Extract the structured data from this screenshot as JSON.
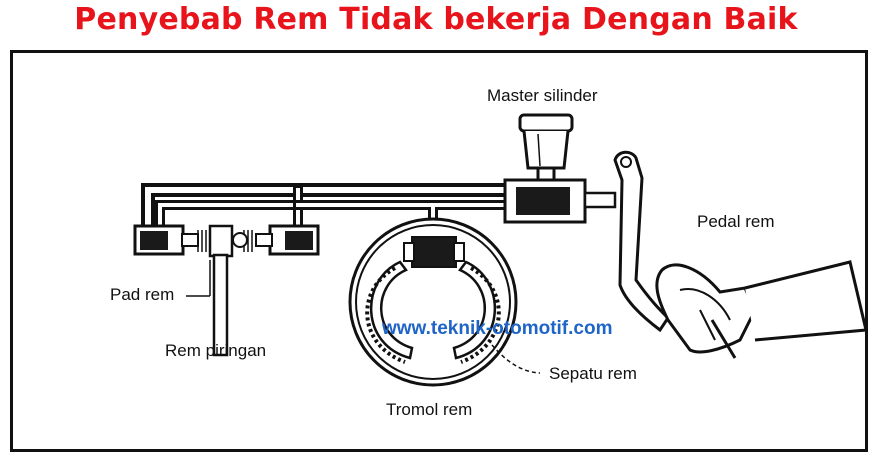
{
  "title": "Penyebab Rem Tidak bekerja Dengan Baik",
  "labels": {
    "master_cylinder": "Master silinder",
    "brake_pedal": "Pedal rem",
    "brake_pad": "Pad rem",
    "disc_brake": "Rem piringan",
    "brake_shoe": "Sepatu rem",
    "drum_brake": "Tromol rem"
  },
  "watermark": "www.teknik-otomotif.com",
  "colors": {
    "title": "#e8141b",
    "watermark": "#1f64c7",
    "line": "#111111"
  }
}
